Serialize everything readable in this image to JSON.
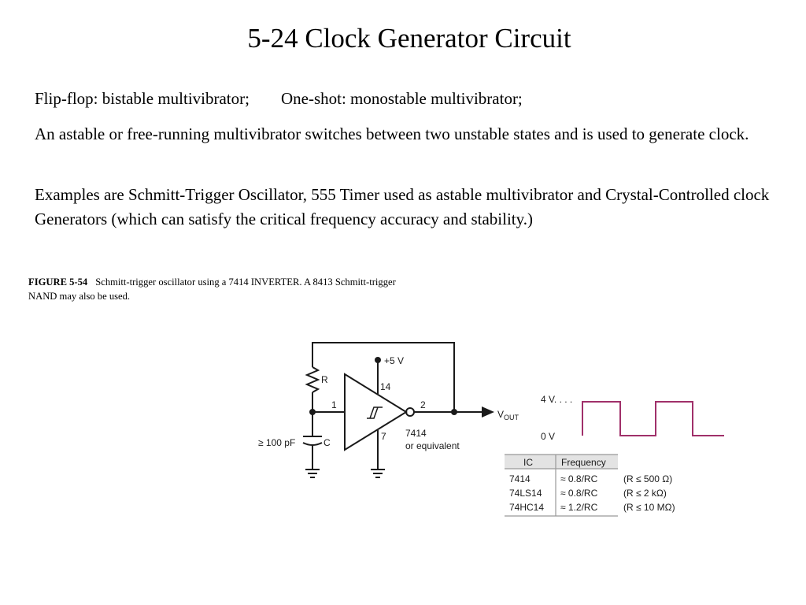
{
  "slide": {
    "title": "5-24 Clock Generator Circuit",
    "p1": {
      "flipflop": "Flip-flop: bistable multivibrator;",
      "oneshot": "One-shot: monostable multivibrator;"
    },
    "p2": "An astable or free-running multivibrator switches between two unstable states and is used to generate clock.",
    "p3": "Examples are Schmitt-Trigger Oscillator, 555 Timer used as astable multivibrator and Crystal-Controlled clock Generators (which can satisfy the critical frequency accuracy and stability.)"
  },
  "figure": {
    "id": "FIGURE 5-54",
    "caption": "Schmitt-trigger oscillator using a 7414 INVERTER. A 8413 Schmitt-trigger NAND may also be used.",
    "circuit": {
      "supply": "+5 V",
      "resistor": "R",
      "capacitor_value": "≥ 100 pF",
      "capacitor": "C",
      "pin_in": "1",
      "pin_out": "2",
      "pin_vcc": "14",
      "pin_gnd": "7",
      "chip": "7414",
      "chip_note": "or equivalent",
      "output_main": "V",
      "output_sub": "OUT",
      "colors": {
        "wire": "#1a1a1a",
        "waveform": "#a0306a",
        "table_rule": "#999999",
        "table_header": "#e3e3e3"
      }
    },
    "waveform": {
      "high_label": "4 V. . . .",
      "low_label": "0 V"
    },
    "table": {
      "headers": [
        "IC",
        "Frequency"
      ],
      "rows": [
        {
          "ic": "7414",
          "freq": "≈ 0.8/RC",
          "cond": "(R ≤ 500 Ω)"
        },
        {
          "ic": "74LS14",
          "freq": "≈ 0.8/RC",
          "cond": "(R ≤ 2 kΩ)"
        },
        {
          "ic": "74HC14",
          "freq": "≈ 1.2/RC",
          "cond": "(R ≤ 10 MΩ)"
        }
      ]
    }
  }
}
